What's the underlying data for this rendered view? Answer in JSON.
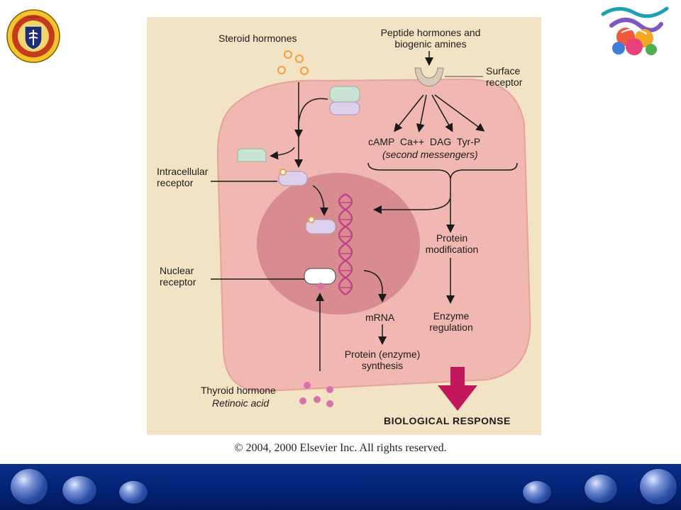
{
  "figure": {
    "labels": {
      "steroid_hormones": "Steroid hormones",
      "peptide_hormones": "Peptide hormones and\nbiogenic amines",
      "surface_receptor": "Surface\nreceptor",
      "second_messengers_list": "cAMP  Ca++  DAG  Tyr-P",
      "second_messengers_caption": "(second messengers)",
      "intracellular_receptor": "Intracellular\nreceptor",
      "protein_modification": "Protein\nmodification",
      "nuclear_receptor": "Nuclear\nreceptor",
      "mrna": "mRNA",
      "enzyme_regulation": "Enzyme\nregulation",
      "protein_synthesis": "Protein (enzyme)\nsynthesis",
      "thyroid_hormone": "Thyroid hormone",
      "retinoic_acid": "Retinoic acid",
      "biological_response": "BIOLOGICAL RESPONSE"
    },
    "copyright": "© 2004, 2000 Elsevier Inc. All rights reserved."
  },
  "colors": {
    "figure_background": "#f2e3c4",
    "cell": "#f0b8b0",
    "nucleus": "#d98c8f",
    "dna": "#c2478a",
    "receptor_green": "#c8e2d3",
    "receptor_lilac": "#ddd0ea",
    "hormone_orange": "#f0a040",
    "thyroid_pink": "#d873aa",
    "response_arrow": "#c2185b",
    "bottom_bar": "#03257a"
  },
  "logos": {
    "left": "university-seal",
    "right": "congress-logo"
  }
}
